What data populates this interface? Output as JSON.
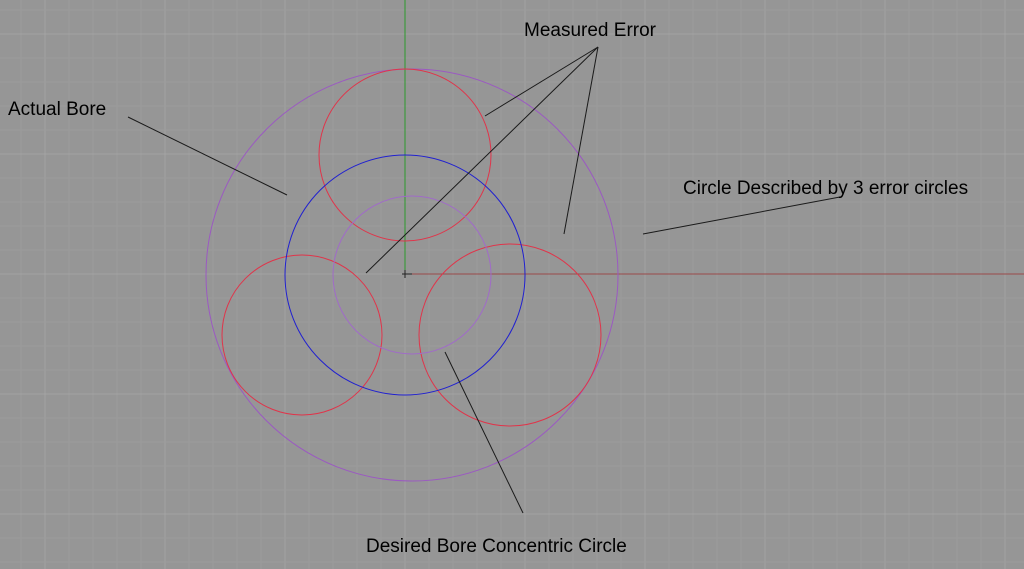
{
  "labels": {
    "measured_error": "Measured Error",
    "actual_bore": "Actual Bore",
    "circle_described": "Circle Described by 3 error circles",
    "desired_bore": "Desired Bore Concentric Circle"
  },
  "colors": {
    "background": "#969696",
    "grid_minor": "#9c9c9c",
    "grid_major": "#a3a3a3",
    "axis_y": "#2c9a2c",
    "axis_x": "#9a4a4a",
    "actual_bore": "#9b59c2",
    "error_circle": "#e0344a",
    "desired_bore": "#2020d0",
    "described_circle": "#a06bc8",
    "leader_line": "#1a1a1a",
    "text": "#000000"
  }
}
